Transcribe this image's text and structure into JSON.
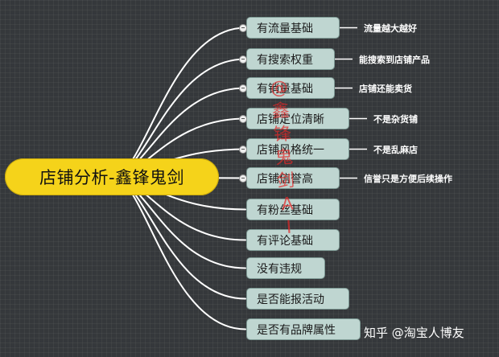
{
  "root": {
    "label": "店铺分析-鑫锋鬼剑"
  },
  "branches": [
    {
      "label": "有流量基础",
      "note": "流量越大越好",
      "collapsible": true
    },
    {
      "label": "有搜索权重",
      "note": "能搜索到店铺产品",
      "collapsible": true
    },
    {
      "label": "有销量基础",
      "note": "店铺还能卖货",
      "collapsible": true
    },
    {
      "label": "店铺定位清晰",
      "note": "不是杂货铺",
      "collapsible": true
    },
    {
      "label": "店铺风格统一",
      "note": "不是乱麻店",
      "collapsible": true
    },
    {
      "label": "店铺信誉高",
      "note": "信誉只是方便后续操作",
      "collapsible": true
    },
    {
      "label": "有粉丝基础",
      "note": "",
      "collapsible": false
    },
    {
      "label": "有评论基础",
      "note": "",
      "collapsible": false
    },
    {
      "label": "没有违规",
      "note": "",
      "collapsible": false
    },
    {
      "label": "是否能报活动",
      "note": "",
      "collapsible": false
    },
    {
      "label": "是否有品牌属性",
      "note": "",
      "collapsible": false
    }
  ],
  "watermark": [
    "@",
    "鑫",
    "锋",
    "鬼",
    "剑",
    "A",
    "I"
  ],
  "credit": "知乎 @淘宝人博友",
  "colors": {
    "background": "#35383b",
    "root": "#f5d31a",
    "node": "#bfd6d1",
    "connector": "#ffffff"
  }
}
